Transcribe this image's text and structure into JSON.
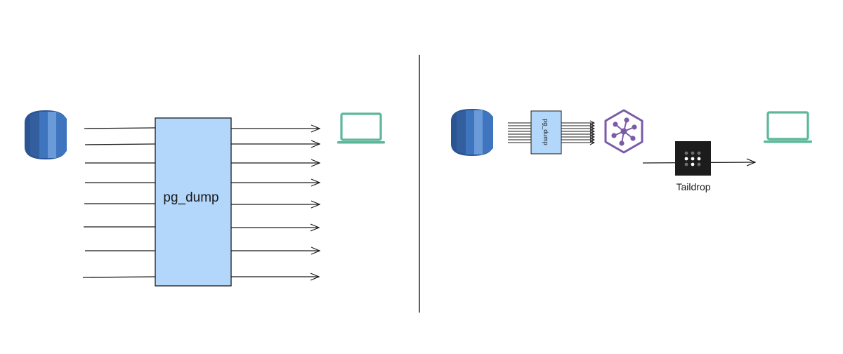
{
  "left_panel": {
    "process_label": "pg_dump",
    "source_icon": "database-icon",
    "target_icon": "laptop-icon"
  },
  "right_panel": {
    "process_label": "pg_dump",
    "source_icon": "database-icon",
    "hub_icon": "hub-node-icon",
    "transfer_icon": "taildrop-icon",
    "transfer_label": "Taildrop",
    "target_icon": "laptop-icon"
  },
  "colors": {
    "process_fill": "#b3d7fb",
    "db_dark": "#2b5493",
    "db_mid": "#3f74bf",
    "db_light": "#6a9ad8",
    "laptop": "#5bb89a",
    "hub": "#7b5aa8",
    "taildrop_bg": "#1c1c1c"
  }
}
